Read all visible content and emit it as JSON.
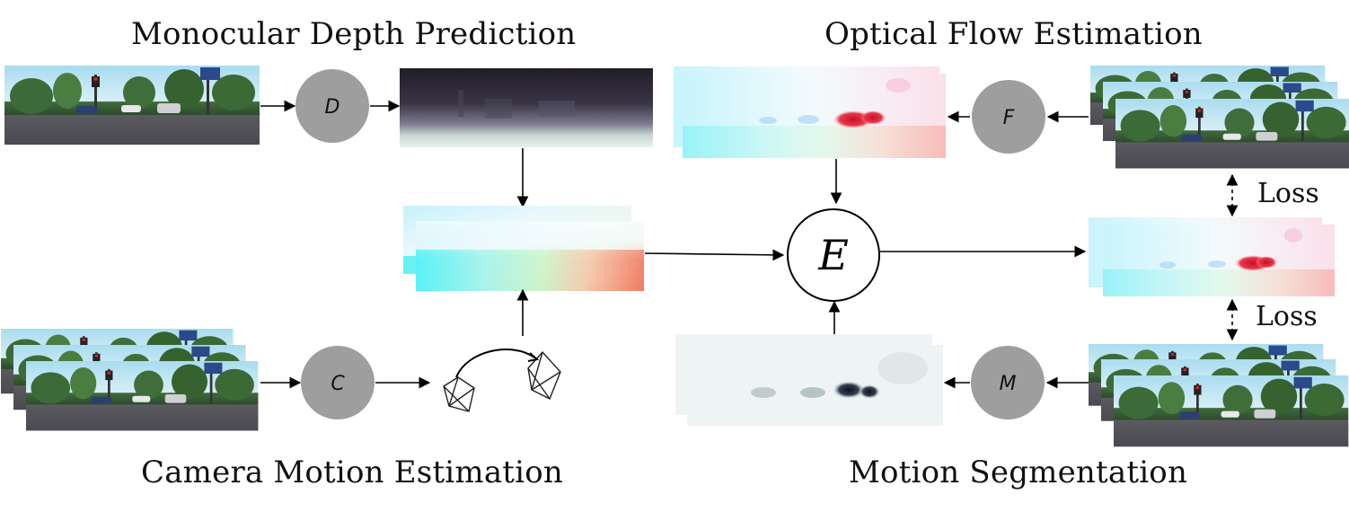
{
  "titles": {
    "depth": "Monocular Depth Prediction",
    "flow": "Optical Flow Estimation",
    "camera": "Camera Motion Estimation",
    "segmentation": "Motion Segmentation"
  },
  "nodes": {
    "depth_net": "D",
    "flow_net": "F",
    "camera_net": "C",
    "seg_net": "M",
    "estimator": "E"
  },
  "losses": {
    "flow_loss": "Loss",
    "seg_loss": "Loss"
  },
  "colors": {
    "node_fill": "#9e9e9e",
    "arrow": "#000000",
    "sky": "#bfe3f2",
    "road": "#6b6a70",
    "depth_dark": "#2a2730",
    "flow_cyan": "#3fe6f2",
    "flow_red": "#e0303a"
  }
}
